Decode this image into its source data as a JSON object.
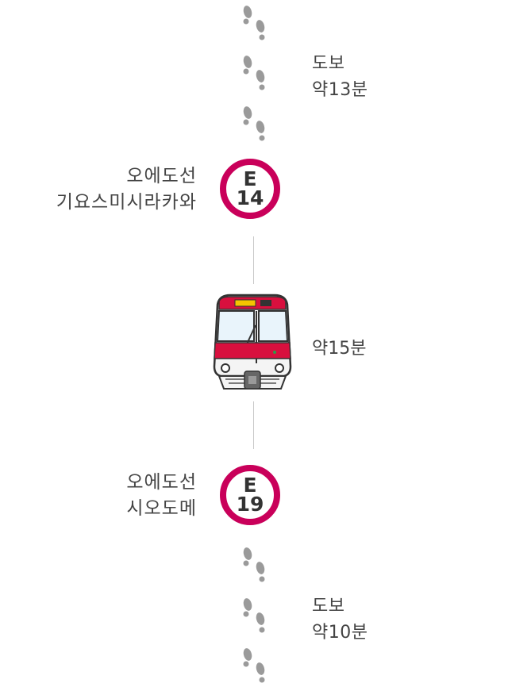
{
  "walk_top": {
    "line1": "도보",
    "line2": "약13분"
  },
  "station_top": {
    "line_name": "오에도선",
    "station_name": "기요스미시라카와",
    "code_letter": "E",
    "code_number": "14"
  },
  "ride": {
    "duration": "약15분"
  },
  "station_bottom": {
    "line_name": "오에도선",
    "station_name": "시오도메",
    "code_letter": "E",
    "code_number": "19"
  },
  "walk_bottom": {
    "line1": "도보",
    "line2": "약10분"
  },
  "colors": {
    "line_accent": "#c9005a",
    "footprint": "#9a9a9a",
    "connector": "#c8c8c8"
  }
}
